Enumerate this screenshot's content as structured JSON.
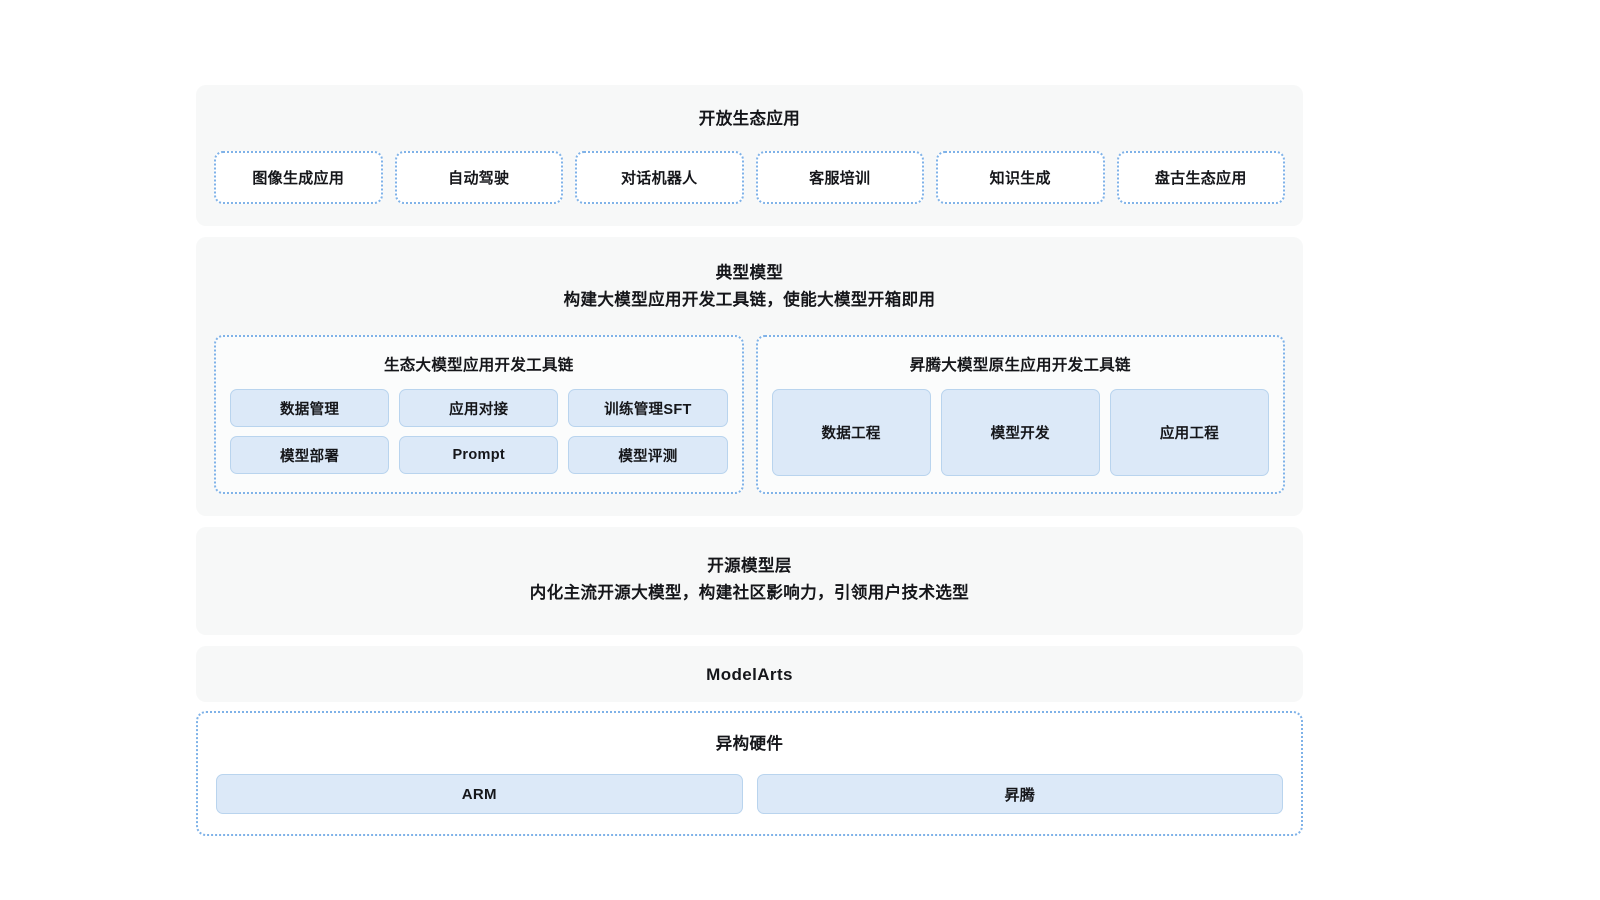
{
  "theme": {
    "page_background": "#ffffff",
    "card_background": "#f7f8f8",
    "tile_fill": "#dce9f8",
    "tile_border": "#b9d4ee",
    "dotted_border": "#7fb2e8",
    "text_color": "#15161a"
  },
  "sections": {
    "apps": {
      "title": "开放生态应用",
      "chips": [
        "图像生成应用",
        "自动驾驶",
        "对话机器人",
        "客服培训",
        "知识生成",
        "盘古生态应用"
      ]
    },
    "models": {
      "title": "典型模型",
      "subtitle": "构建大模型应用开发工具链，使能大模型开箱即用",
      "panels": [
        {
          "title": "生态大模型应用开发工具链",
          "tiles": [
            "数据管理",
            "应用对接",
            "训练管理SFT",
            "模型部署",
            "Prompt",
            "模型评测"
          ]
        },
        {
          "title": "昇腾大模型原生应用开发工具链",
          "tiles": [
            "数据工程",
            "模型开发",
            "应用工程"
          ]
        }
      ]
    },
    "opensource": {
      "title": "开源模型层",
      "subtitle": "内化主流开源大模型，构建社区影响力，引领用户技术选型"
    },
    "platform": {
      "title": "ModelArts"
    },
    "hardware": {
      "title": "异构硬件",
      "chips": [
        "ARM",
        "昇腾"
      ]
    }
  }
}
